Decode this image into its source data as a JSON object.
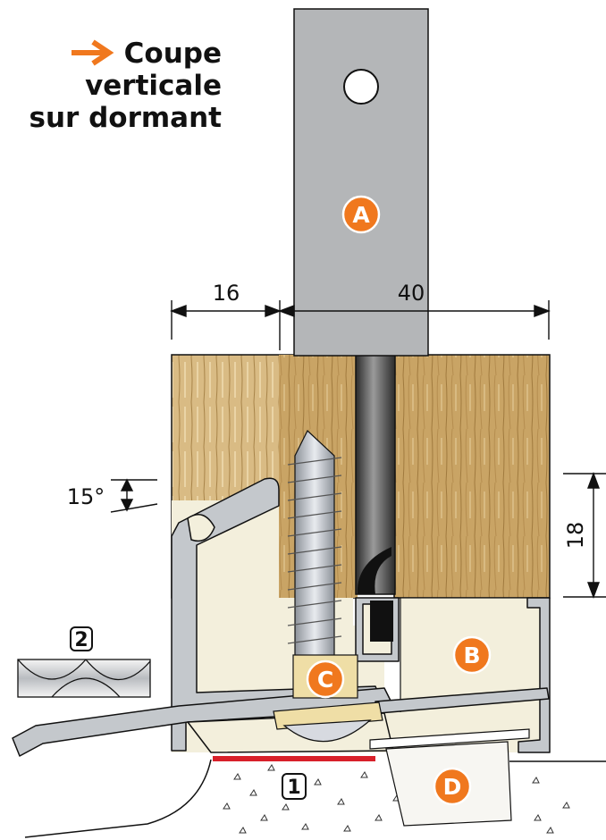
{
  "title": {
    "line1": "Coupe",
    "line2": "verticale",
    "line3": "sur dormant"
  },
  "dimensions": {
    "left": "16",
    "top": "40",
    "angle": "15°",
    "right": "18"
  },
  "labels": {
    "a": "A",
    "b": "B",
    "c": "C",
    "d": "D"
  },
  "markers": {
    "one": "1",
    "two": "2"
  },
  "colors": {
    "accent": "#f0781e",
    "wood": "#c9a465",
    "aluminium": "#c4c8cc",
    "filler": "#f3efdc",
    "sealant": "#d8202a"
  }
}
